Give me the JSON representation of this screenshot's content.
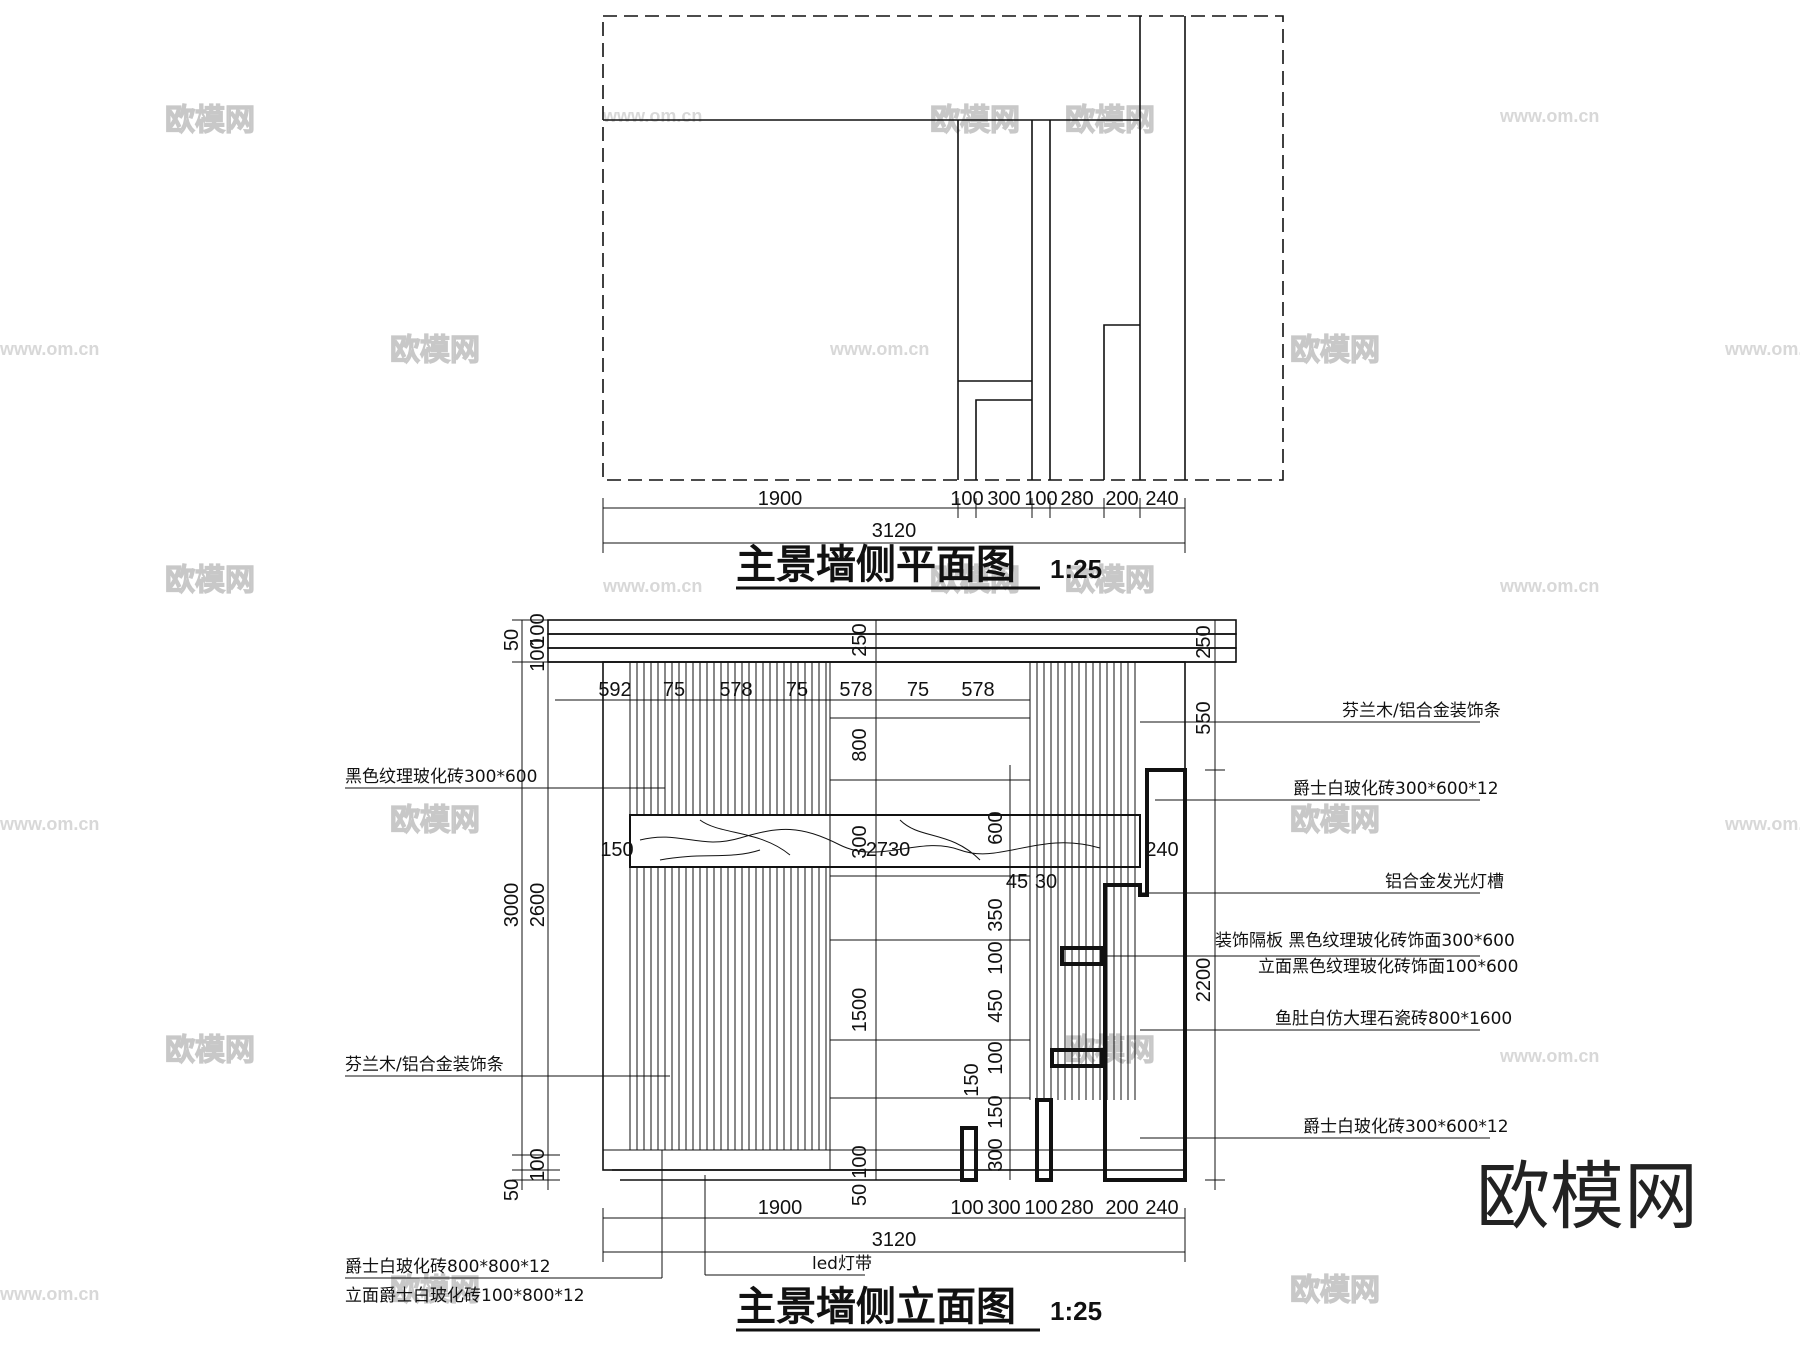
{
  "plan": {
    "title": "主景墙侧平面图",
    "scale": "1:25",
    "dims_top": [
      "1900",
      "100",
      "300",
      "100",
      "280",
      "200",
      "240"
    ],
    "dims_total": "3120"
  },
  "elevation": {
    "title": "主景墙侧立面图",
    "scale": "1:25",
    "dims_bottom": [
      "1900",
      "100",
      "300",
      "100",
      "280",
      "200",
      "240"
    ],
    "dims_total": "3120",
    "dims_upper": [
      "592",
      "75",
      "578",
      "75",
      "578",
      "75",
      "578"
    ],
    "dims_left_outer": [
      "50",
      "100",
      "100",
      "3000",
      "100",
      "50"
    ],
    "dims_left_inner": "2600",
    "dims_mid": [
      "250",
      "800",
      "300",
      "1500",
      "100",
      "50"
    ],
    "dims_right": [
      "250",
      "550",
      "2200"
    ],
    "dims_shelf": [
      "600",
      "150",
      "2730",
      "240",
      "45",
      "30",
      "350",
      "100",
      "450",
      "100",
      "150",
      "150",
      "300"
    ],
    "callouts_left": [
      "黑色纹理玻化砖300*600",
      "芬兰木/铝合金装饰条",
      "爵士白玻化砖800*800*12",
      "立面爵士白玻化砖100*800*12",
      "led灯带"
    ],
    "callouts_right": [
      "芬兰木/铝合金装饰条",
      "爵士白玻化砖300*600*12",
      "铝合金发光灯槽",
      "装饰隔板  黑色纹理玻化砖饰面300*600",
      "立面黑色纹理玻化砖饰面100*600",
      "鱼肚白仿大理石瓷砖800*1600",
      "爵士白玻化砖300*600*12"
    ]
  },
  "watermark": {
    "brand": "欧模网",
    "url": "www.om.cn"
  }
}
